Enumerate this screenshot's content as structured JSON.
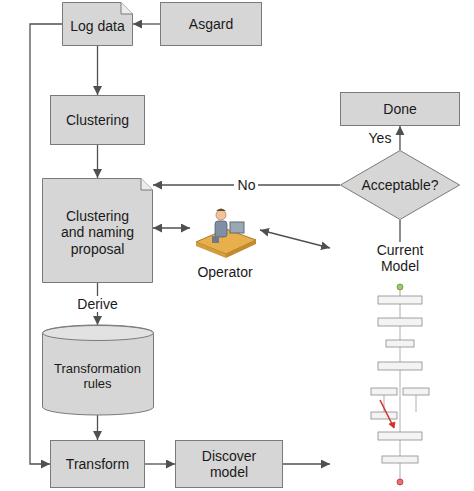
{
  "diagram": {
    "nodes": [
      {
        "text": [
          "Log data"
        ]
      },
      {
        "text": [
          "Asgard"
        ]
      },
      {
        "text": [
          "Clustering"
        ]
      },
      {
        "text": [
          "Clustering and naming proposal"
        ]
      },
      {
        "text": [
          "Operator"
        ]
      },
      {
        "text": [
          "Done"
        ]
      },
      {
        "text": [
          "Acceptable?"
        ]
      },
      {
        "text": [
          "Current Model"
        ]
      },
      {
        "text": [
          "Transformation rules"
        ]
      },
      {
        "text": [
          "Transform"
        ]
      },
      {
        "text": [
          "Discover model"
        ]
      }
    ],
    "edges": [
      {
        "from": 1,
        "to": 0,
        "arrow": "to"
      },
      {
        "from": 0,
        "to": 2,
        "arrow": "to"
      },
      {
        "from": 2,
        "to": 3,
        "arrow": "to"
      },
      {
        "from": 6,
        "to": 3,
        "label": "No",
        "arrow": "to"
      },
      {
        "from": 6,
        "to": 5,
        "label": "Yes",
        "arrow": "to"
      },
      {
        "from": 3,
        "to": 4,
        "arrow": "both"
      },
      {
        "from": 4,
        "to": 7,
        "arrow": "both"
      },
      {
        "from": 7,
        "to": 6,
        "arrow": "none"
      },
      {
        "from": 3,
        "to": 8,
        "label": "Derive",
        "arrow": "to"
      },
      {
        "from": 8,
        "to": 9,
        "arrow": "to"
      },
      {
        "from": 0,
        "to": 9,
        "arrow": "to"
      },
      {
        "from": 9,
        "to": 10,
        "arrow": "to"
      },
      {
        "from": 10,
        "to": 7,
        "arrow": "to"
      }
    ]
  }
}
